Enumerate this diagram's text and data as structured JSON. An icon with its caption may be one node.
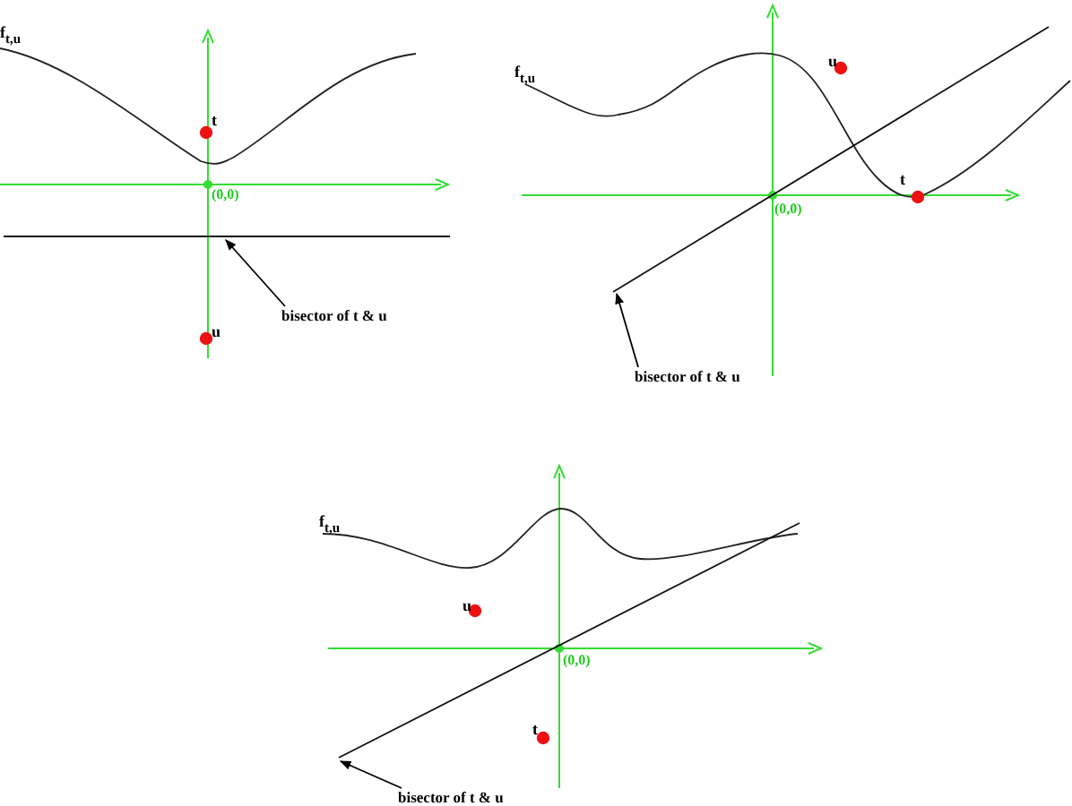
{
  "diagram": {
    "nodes": [
      {
        "text": [
          "bisector of t & u"
        ]
      },
      {
        "text": [
          "bisector of t & u"
        ]
      },
      {
        "text": [
          "bisector of t & u"
        ]
      }
    ],
    "edges": [
      {
        "from": 0,
        "to": null,
        "arrow": "to"
      },
      {
        "from": 1,
        "to": null,
        "arrow": "to"
      },
      {
        "from": 2,
        "to": null,
        "arrow": "to"
      }
    ],
    "labels": [
      "f$_{t,u}$",
      "t",
      "(0,0)",
      "u",
      "f$_{t,u}$",
      "u",
      "t",
      "(0,0)",
      "f$_{t,u}$",
      "u",
      "(0,0)",
      "t"
    ]
  }
}
